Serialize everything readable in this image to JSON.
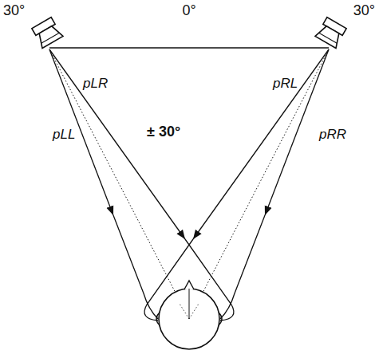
{
  "diagram": {
    "labels": [
      "30°",
      "0°",
      "30°",
      "pLR",
      "pRL",
      "pLL",
      "± 30°",
      "pRR"
    ]
  }
}
